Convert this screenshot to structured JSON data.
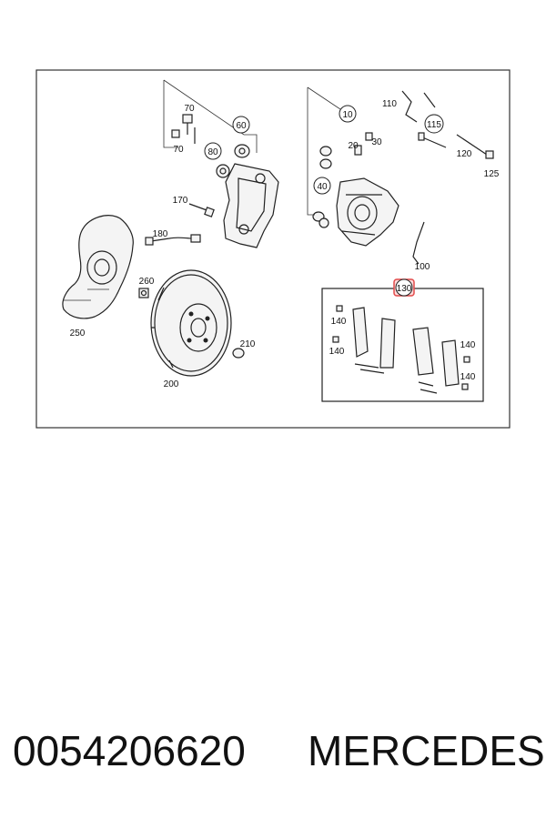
{
  "labels": {
    "l10": "10",
    "l20": "20",
    "l30": "30",
    "l40": "40",
    "l60": "60",
    "l70a": "70",
    "l70b": "70",
    "l80": "80",
    "l100": "100",
    "l110": "110",
    "l115": "115",
    "l120": "120",
    "l125": "125",
    "l130": "130",
    "l140a": "140",
    "l140b": "140",
    "l140c": "140",
    "l140d": "140",
    "l170": "170",
    "l180": "180",
    "l200": "200",
    "l210": "210",
    "l250": "250",
    "l260": "260"
  },
  "highlight": {
    "color": "#e24a4a",
    "part": "130"
  },
  "caption": {
    "part_number": "0054206620",
    "brand": "MERCEDES"
  }
}
